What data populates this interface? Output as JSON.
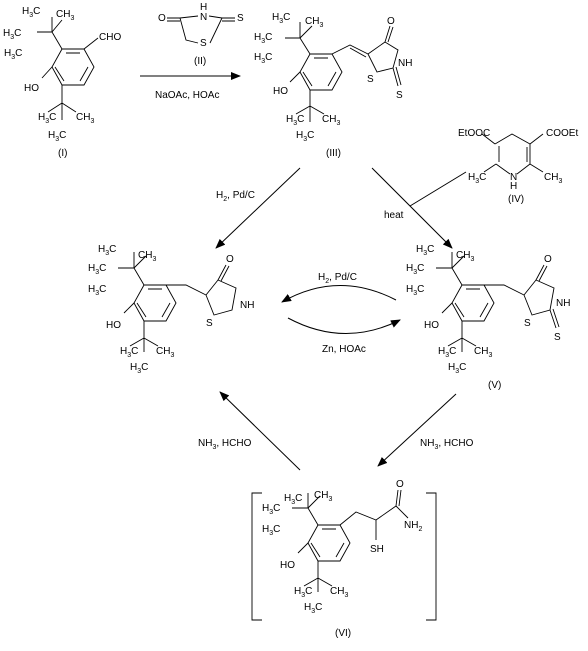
{
  "compounds": {
    "c1": {
      "label": "(I)",
      "cho": "CHO",
      "ho": "HO"
    },
    "c2": {
      "label": "(II)",
      "o": "O",
      "nh": "H",
      "n": "N",
      "s_ring": "S",
      "s_exo": "S"
    },
    "c3": {
      "label": "(III)",
      "ho": "HO",
      "o": "O",
      "nh": "NH",
      "s_ring": "S",
      "s_exo": "S"
    },
    "c4": {
      "label": "(IV)",
      "ester_left": "EtOOC",
      "ester_right": "COOEt",
      "nh_n": "N",
      "nh_h": "H"
    },
    "c5": {
      "label": "(V)",
      "ho": "HO",
      "o": "O",
      "nh": "NH",
      "s_ring": "S",
      "s_exo": "S"
    },
    "product": {
      "ho": "HO",
      "o": "O",
      "nh": "NH",
      "s_ring": "S"
    },
    "c6": {
      "label": "(VI)",
      "ho": "HO",
      "sh": "SH",
      "o": "O",
      "nh2": "NH"
    }
  },
  "reagents": {
    "step1": "NaOAc, HOAc",
    "step2": "H",
    "step2_rest": ", Pd/C",
    "step3": "heat",
    "step4_top": "H",
    "step4_top_rest": ", Pd/C",
    "step4_bottom": "Zn, HOAc",
    "step5": "NH",
    "step5_rest": ", HCHO",
    "step6": "NH",
    "step6_rest": ", HCHO"
  },
  "tbutyl": {
    "h3c": "H",
    "c": "C",
    "ch3": "CH",
    "sub3": "3"
  }
}
